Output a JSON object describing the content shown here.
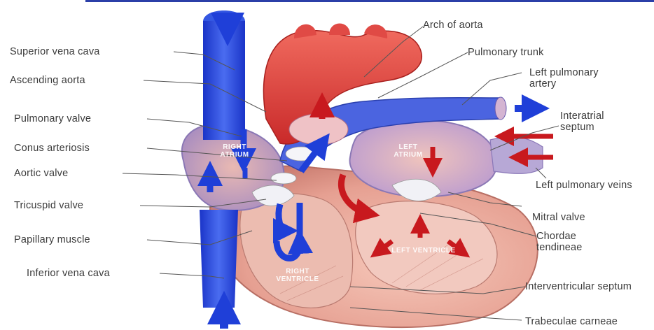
{
  "labels": {
    "superior_vena_cava": "Superior vena cava",
    "ascending_aorta": "Ascending aorta",
    "pulmonary_valve": "Pulmonary valve",
    "conus_arteriosus": "Conus arteriosis",
    "aortic_valve": "Aortic valve",
    "tricuspid_valve": "Tricuspid valve",
    "papillary_muscle": "Papillary muscle",
    "inferior_vena_cava": "Inferior vena cava",
    "arch_of_aorta": "Arch of aorta",
    "pulmonary_trunk": "Pulmonary trunk",
    "left_pulmonary_artery": "Left pulmonary artery",
    "interatrial_septum": "Interatrial septum",
    "left_pulmonary_veins": "Left pulmonary veins",
    "mitral_valve": "Mitral valve",
    "chordae_tendineae": "Chordae tendineae",
    "interventricular_septum": "Interventricular septum",
    "trabeculae_carneae": "Trabeculae carneae"
  },
  "chambers": {
    "right_atrium": "RIGHT ATRIUM",
    "left_atrium": "LEFT ATRIUM",
    "right_ventricle": "RIGHT VENTRICLE",
    "left_ventricle": "LEFT VENTRICLE"
  },
  "colors": {
    "deoxygenated": "#1f3fd8",
    "oxygenated": "#c8191e",
    "aorta": "#e0413f",
    "muscle": "#e8a79a",
    "frame_bar": "#2b3fa8"
  }
}
